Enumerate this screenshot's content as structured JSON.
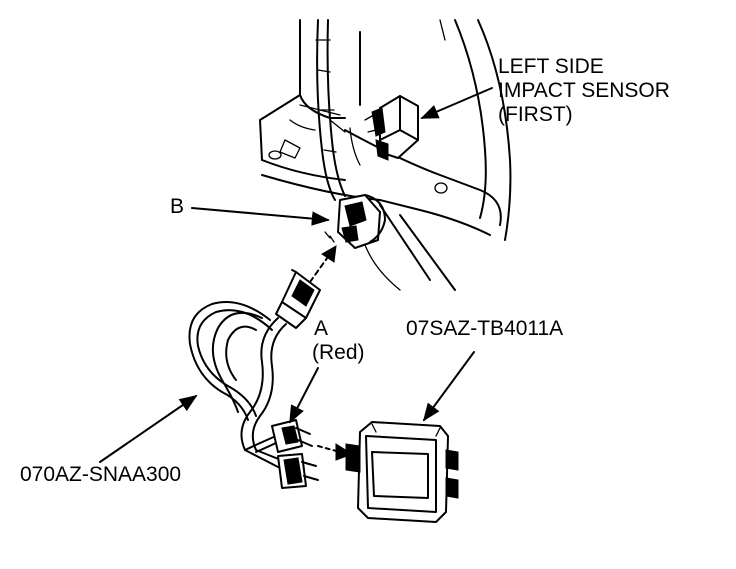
{
  "labels": {
    "sensor_line1": "LEFT SIDE",
    "sensor_line2": "IMPACT SENSOR",
    "sensor_line3": "(FIRST)",
    "connector_b": "B",
    "connector_a": "A",
    "connector_a_color": "(Red)",
    "tester_part_number": "07SAZ-TB4011A",
    "harness_part_number": "070AZ-SNAA300"
  }
}
